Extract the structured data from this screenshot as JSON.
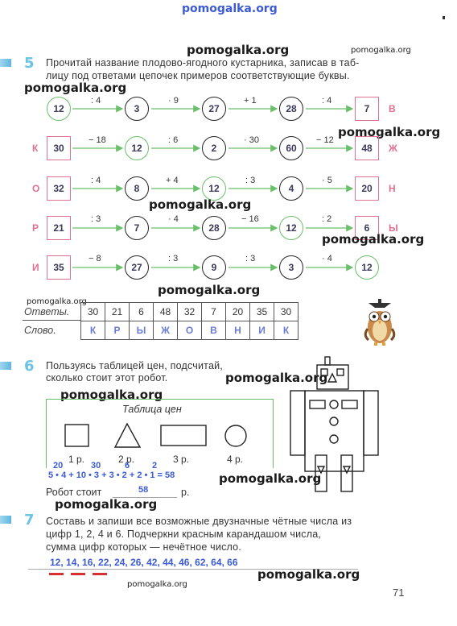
{
  "watermarks": {
    "top": "pomogalka.org",
    "wm1": "pomogalka.org",
    "wm2": "pomogalka.org",
    "wm3": "pomogalka.org",
    "wm4": "pomogalka.org",
    "wm5": "pomogalka.org",
    "wm6": "pomogalka.org",
    "wm7": "pomogalka.org",
    "wm8": "pomogalka.org",
    "wm9": "pomogalka.org",
    "wm10": "pomogalka.org",
    "wm11": "pomogalka.org",
    "wm12": "pomogalka.org",
    "wm13": "pomogalka.org",
    "wm14": "pomogalka.org",
    "wm15": "pomogalka.org"
  },
  "task5": {
    "number": "5",
    "line1": "Прочитай название плодово-ягодного кустарника, записав в таб-",
    "line2": "лицу под ответами цепочек примеров соответствующие буквы.",
    "rows": [
      {
        "start_letter": "",
        "nodes": [
          "12",
          "3",
          "27",
          "28",
          "7"
        ],
        "ops": [
          ": 4",
          "· 9",
          "+ 1",
          ": 4"
        ],
        "end_letter": "В"
      },
      {
        "start_letter": "К",
        "nodes": [
          "30",
          "12",
          "2",
          "60",
          "48"
        ],
        "ops": [
          "− 18",
          ": 6",
          "· 30",
          "− 12"
        ],
        "end_letter": "Ж"
      },
      {
        "start_letter": "О",
        "nodes": [
          "32",
          "8",
          "12",
          "4",
          "20"
        ],
        "ops": [
          ": 4",
          "+ 4",
          ": 3",
          "· 5"
        ],
        "end_letter": "Н"
      },
      {
        "start_letter": "Р",
        "nodes": [
          "21",
          "7",
          "28",
          "12",
          "6"
        ],
        "ops": [
          ": 3",
          "· 4",
          "− 16",
          ": 2"
        ],
        "end_letter": "Ы"
      },
      {
        "start_letter": "И",
        "nodes": [
          "35",
          "27",
          "9",
          "3",
          "12"
        ],
        "ops": [
          "− 8",
          ": 3",
          ": 3",
          "· 4"
        ],
        "end_letter": ""
      }
    ],
    "answers_label": "Ответы.",
    "word_label": "Слово.",
    "answers": [
      "30",
      "21",
      "6",
      "48",
      "32",
      "7",
      "20",
      "35",
      "30"
    ],
    "word": [
      "К",
      "Р",
      "Ы",
      "Ж",
      "О",
      "В",
      "Н",
      "И",
      "К"
    ]
  },
  "task6": {
    "number": "6",
    "line1": "Пользуясь таблицей цен, подсчитай,",
    "line2": "сколько стоит этот робот.",
    "table_title": "Таблица цен",
    "prices": [
      "1 р.",
      "2 р.",
      "3 р.",
      "4 р."
    ],
    "hand_top": [
      "20",
      "30",
      "6",
      "2"
    ],
    "hand_expression": "5 • 4 + 10 • 3 + 3 • 2 + 2 • 1 = 58",
    "robot_cost_label": "Робот стоит",
    "robot_cost_value": "58",
    "robot_cost_unit": "р."
  },
  "task7": {
    "number": "7",
    "line1": "Составь и запиши все возможные двузначные чётные числа из",
    "line2": "цифр 1, 2, 4 и 6. Подчеркни красным карандашом числа,",
    "line3": "сумма цифр которых — нечётное число.",
    "answer": "12, 14, 16, 22, 24, 26, 42, 44, 46, 62, 64, 66"
  },
  "page_number": "71",
  "colors": {
    "accent_pink": "#e07090",
    "accent_green": "#6abf6a",
    "accent_blue": "#6bc3e6",
    "handwriting_blue": "#3b5bd6"
  }
}
